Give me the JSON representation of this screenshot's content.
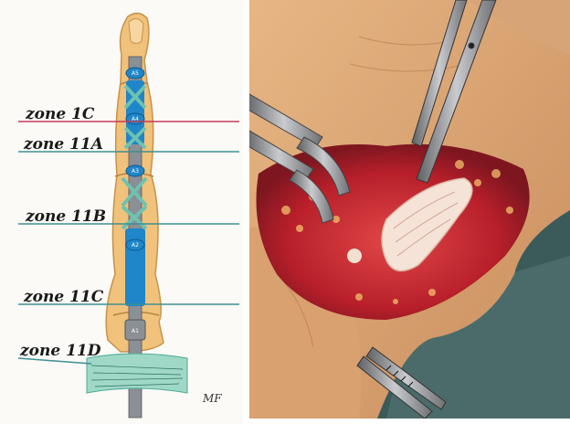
{
  "illustration": {
    "zones": [
      {
        "label": "zone 1C",
        "color": "#c63a5e"
      },
      {
        "label": "zone 11A",
        "color": "#3f8f91"
      },
      {
        "label": "zone 11B",
        "color": "#3f8f91"
      },
      {
        "label": "zone 11C",
        "color": "#3f8f91"
      },
      {
        "label": "zone 11D",
        "color": "#3f8f91"
      }
    ],
    "pulleys": [
      "A5",
      "A4",
      "A3",
      "A2",
      "A1"
    ],
    "signature": "MF",
    "colors": {
      "skin": "#f0c27b",
      "tendon": "#1f86c9",
      "cruciform": "#6dc2b0",
      "bone": "#8b8f96"
    }
  },
  "photo": {
    "icons": [
      "forceps-icon",
      "retractor-icon",
      "tendon-icon"
    ],
    "colors": {
      "tissue": "#c0252c",
      "skin": "#e0a978",
      "drape": "#3b5b5a"
    }
  }
}
